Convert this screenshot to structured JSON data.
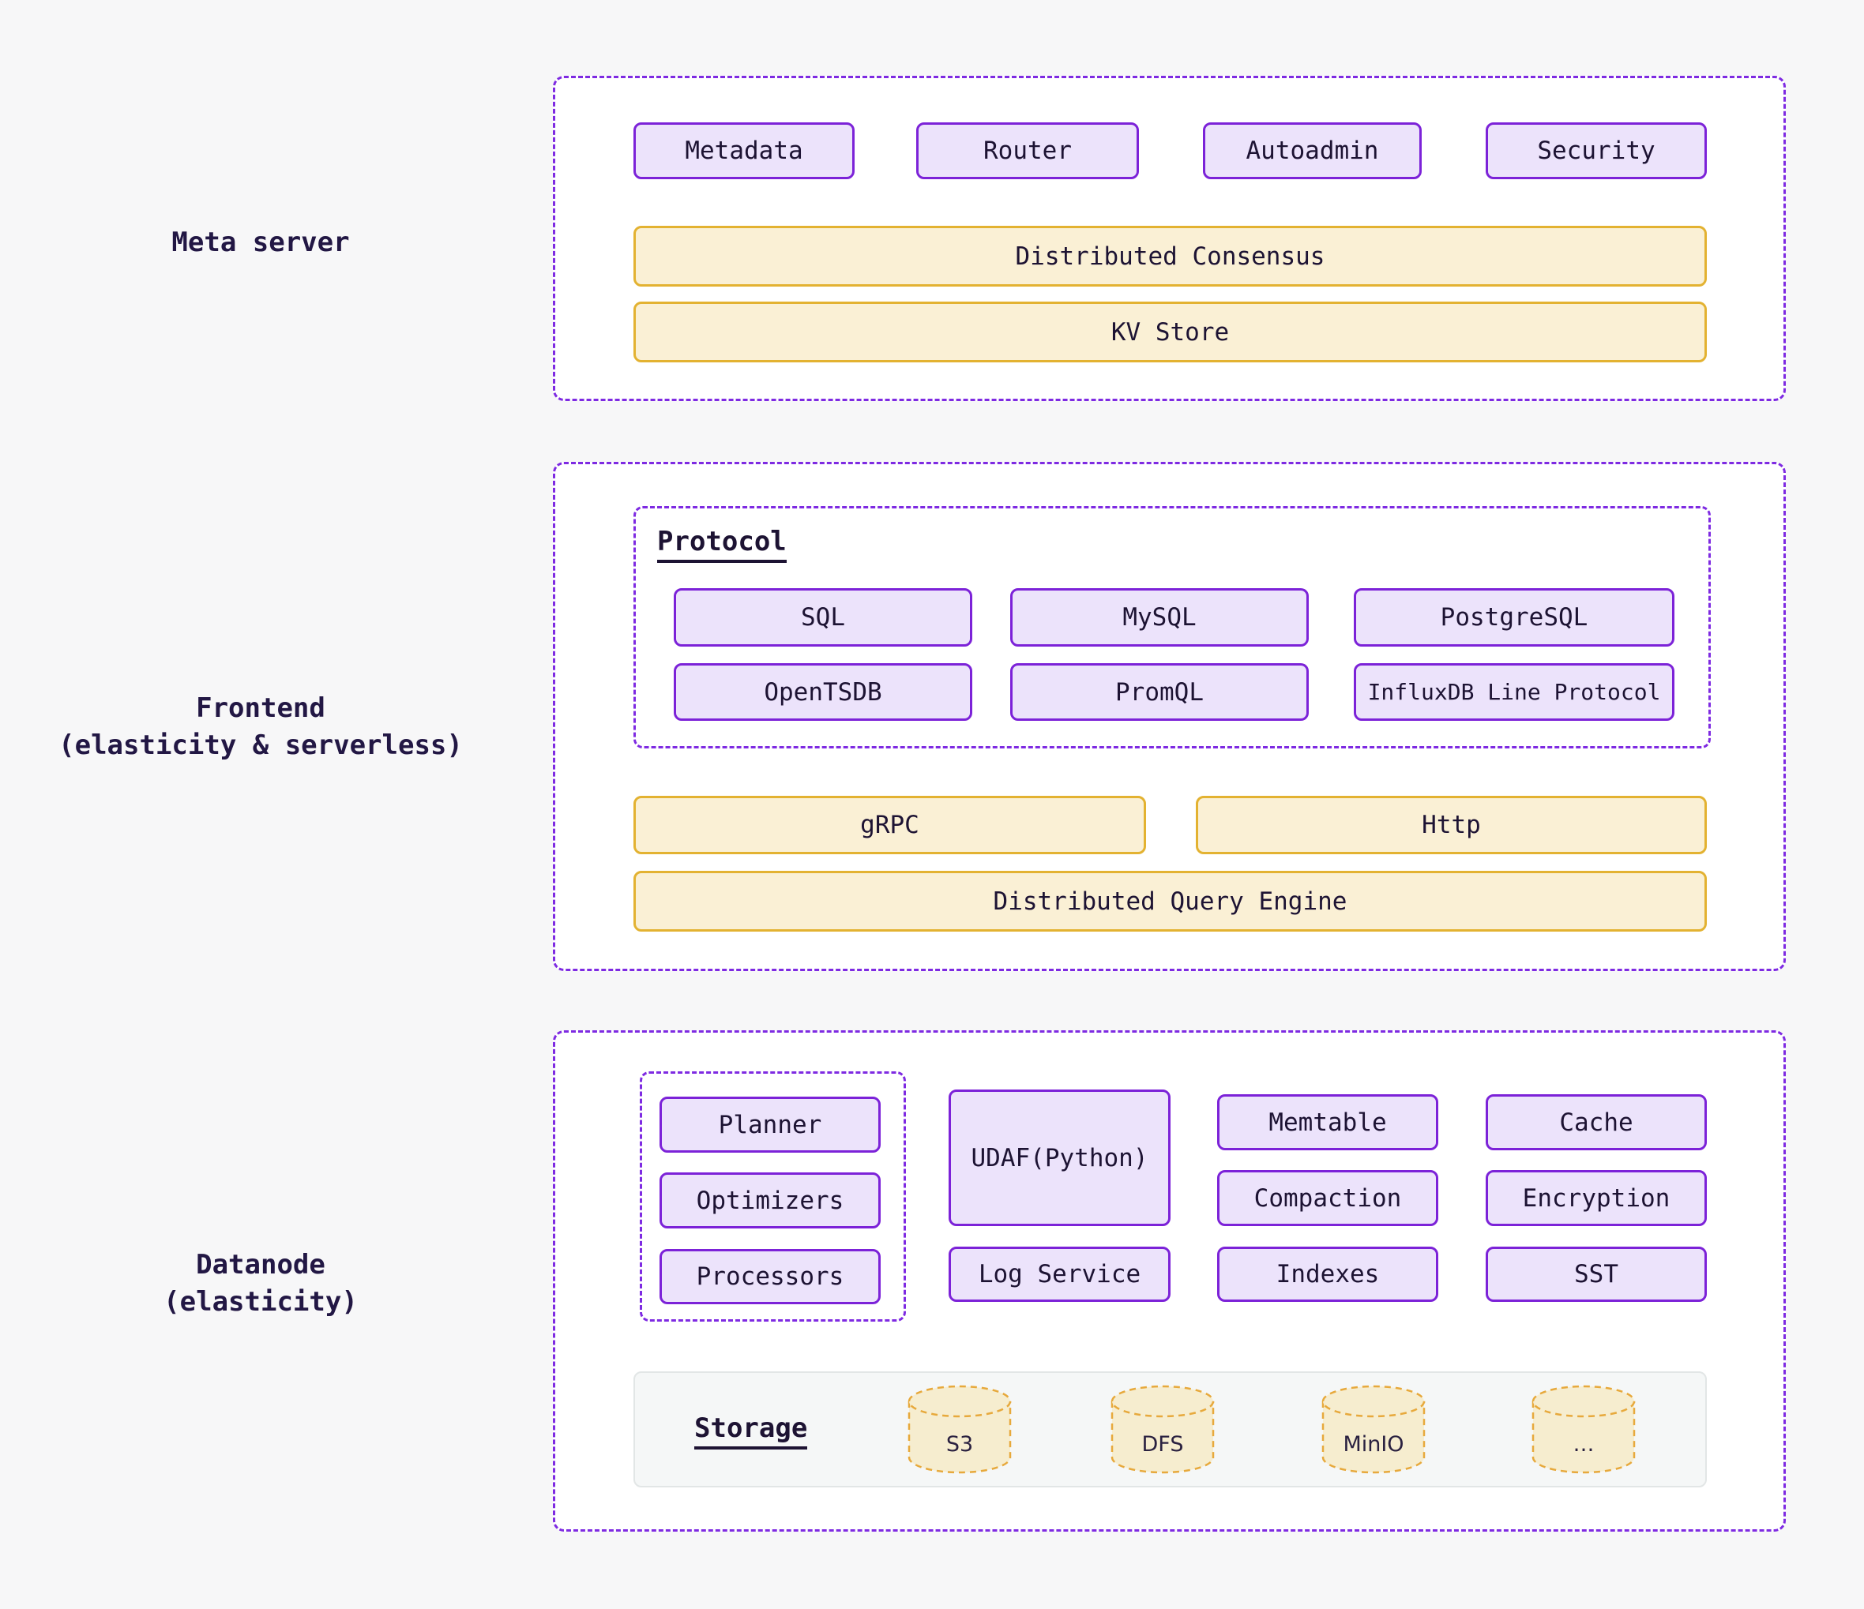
{
  "colors": {
    "page_bg": "#f7f7f8",
    "panel_bg": "#ffffff",
    "dashed_border_purple": "#7e2ae2",
    "box_purple_border": "#7c22d8",
    "box_purple_fill": "#ece3fb",
    "box_yellow_border": "#e3b231",
    "box_yellow_fill": "#faf0d5",
    "text": "#1d1333",
    "storage_bg": "#f5f7f7",
    "storage_border": "#e2e6e6",
    "cylinder_fill": "#f6edcf",
    "cylinder_border": "#e7a93c"
  },
  "sections": {
    "meta": {
      "label": "Meta server",
      "services": [
        "Metadata",
        "Router",
        "Autoadmin",
        "Security"
      ],
      "bars": [
        "Distributed Consensus",
        "KV Store"
      ]
    },
    "frontend": {
      "label_line1": "Frontend",
      "label_line2": "(elasticity & serverless)",
      "protocol": {
        "title": "Protocol",
        "row1": [
          "SQL",
          "MySQL",
          "PostgreSQL"
        ],
        "row2": [
          "OpenTSDB",
          "PromQL",
          "InfluxDB Line Protocol"
        ]
      },
      "rpc": [
        "gRPC",
        "Http"
      ],
      "engine": "Distributed Query Engine"
    },
    "datanode": {
      "label_line1": "Datanode",
      "label_line2": "(elasticity)",
      "query_group": [
        "Planner",
        "Optimizers",
        "Processors"
      ],
      "udaf": "UDAF(Python)",
      "log_service": "Log Service",
      "col3": [
        "Memtable",
        "Compaction",
        "Indexes"
      ],
      "col4": [
        "Cache",
        "Encryption",
        "SST"
      ],
      "storage": {
        "title": "Storage",
        "backends": [
          "S3",
          "DFS",
          "MinIO",
          "…"
        ]
      }
    }
  }
}
